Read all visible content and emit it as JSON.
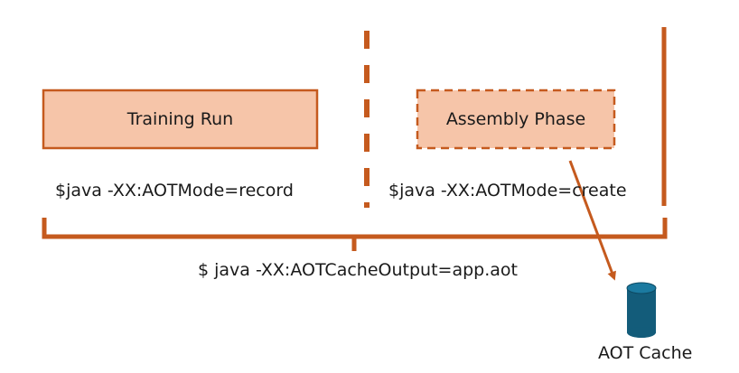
{
  "colors": {
    "accent": "#c55a1e",
    "box_fill": "#f6c5a9",
    "cylinder_fill": "#135c7a",
    "cylinder_top": "#1b7aa0",
    "text": "#1a1a1a"
  },
  "training": {
    "box_label": "Training Run",
    "command": "$java -XX:AOTMode=record"
  },
  "assembly": {
    "box_label": "Assembly Phase",
    "command": "$java -XX:AOTMode=create"
  },
  "combined": {
    "command": "$ java -XX:AOTCacheOutput=app.aot"
  },
  "cache": {
    "label": "AOT Cache",
    "icon": "database-cylinder-icon"
  }
}
